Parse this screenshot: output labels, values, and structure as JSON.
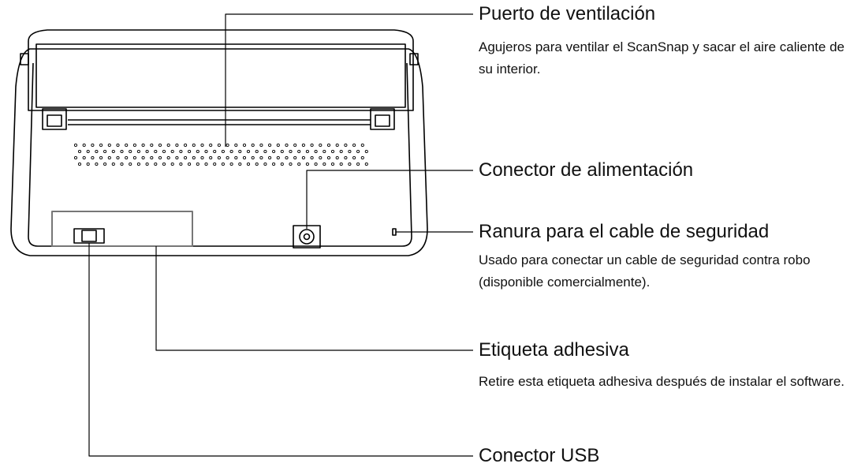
{
  "callouts": [
    {
      "title": "Puerto de ventilación",
      "description": "Agujeros para ventilar el ScanSnap y sacar el aire caliente de su interior."
    },
    {
      "title": "Conector de alimentación"
    },
    {
      "title": "Ranura para el cable de seguridad",
      "description": "Usado para conectar un cable de seguridad contra robo (disponible comercialmente)."
    },
    {
      "title": "Etiqueta adhesiva",
      "description": "Retire esta etiqueta adhesiva después de instalar el software."
    },
    {
      "title": "Conector USB"
    }
  ]
}
